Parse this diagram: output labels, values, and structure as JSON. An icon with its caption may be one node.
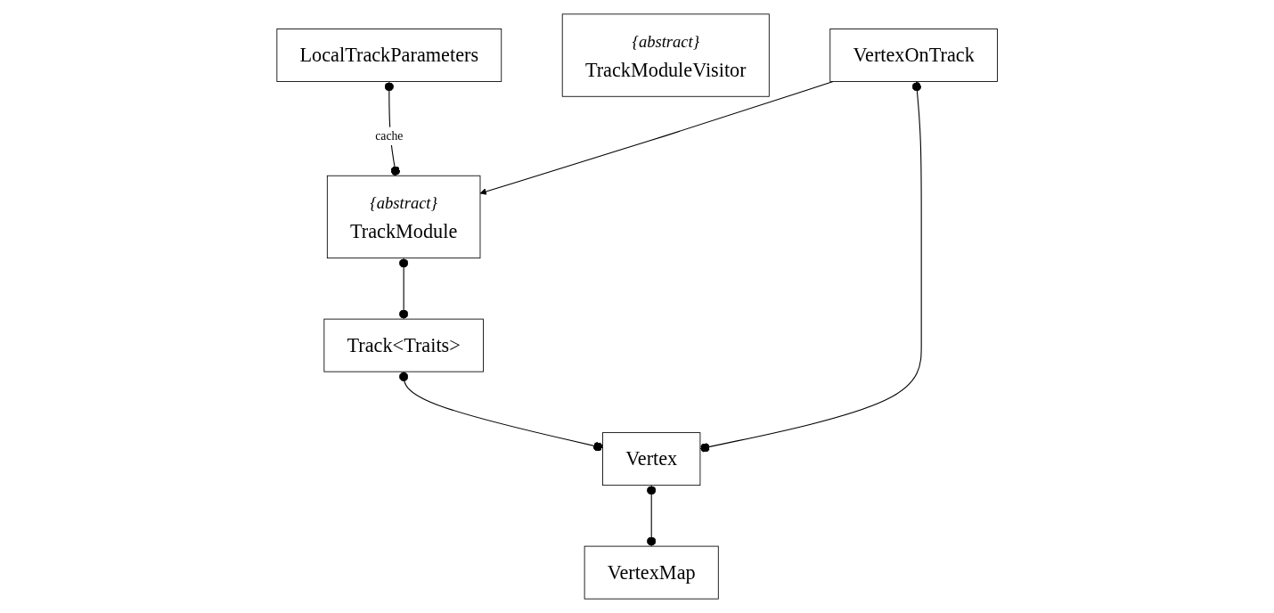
{
  "diagram": {
    "nodes": [
      {
        "text": [
          "LocalTrackParameters"
        ]
      },
      {
        "text": [
          "{abstract}",
          "TrackModuleVisitor"
        ]
      },
      {
        "text": [
          "{abstract}",
          "TrackModule"
        ]
      },
      {
        "text": [
          "Track<Traits>"
        ]
      },
      {
        "text": [
          "VertexOnTrack"
        ]
      },
      {
        "text": [
          "Vertex"
        ]
      },
      {
        "text": [
          "VertexMap"
        ]
      }
    ],
    "edges": [
      {
        "from": 0,
        "to": 2,
        "arrow": "other",
        "label": "cache"
      },
      {
        "from": 2,
        "to": 3,
        "arrow": "other"
      },
      {
        "from": 3,
        "to": 5,
        "arrow": "other"
      },
      {
        "from": 4,
        "to": 2,
        "arrow": "to"
      },
      {
        "from": 4,
        "to": 5,
        "arrow": "other"
      },
      {
        "from": 5,
        "to": 6,
        "arrow": "other"
      }
    ]
  }
}
